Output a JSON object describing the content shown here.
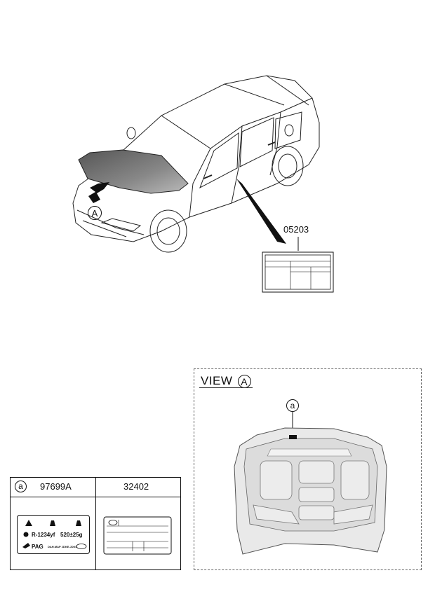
{
  "callouts": {
    "view_marker": "A",
    "label_part": "05203",
    "detail_marker": "a"
  },
  "view": {
    "label": "VIEW",
    "marker": "A",
    "detail_marker": "a"
  },
  "table": {
    "col1_marker": "a",
    "col1_part": "97699A",
    "col2_part": "32402",
    "refrigerant_label": {
      "refrigerant": "R-1234yf",
      "charge": "520±25g",
      "oil": "PAG",
      "oil_fine_print": "DAH.MAP JDKE.JDK6"
    }
  }
}
